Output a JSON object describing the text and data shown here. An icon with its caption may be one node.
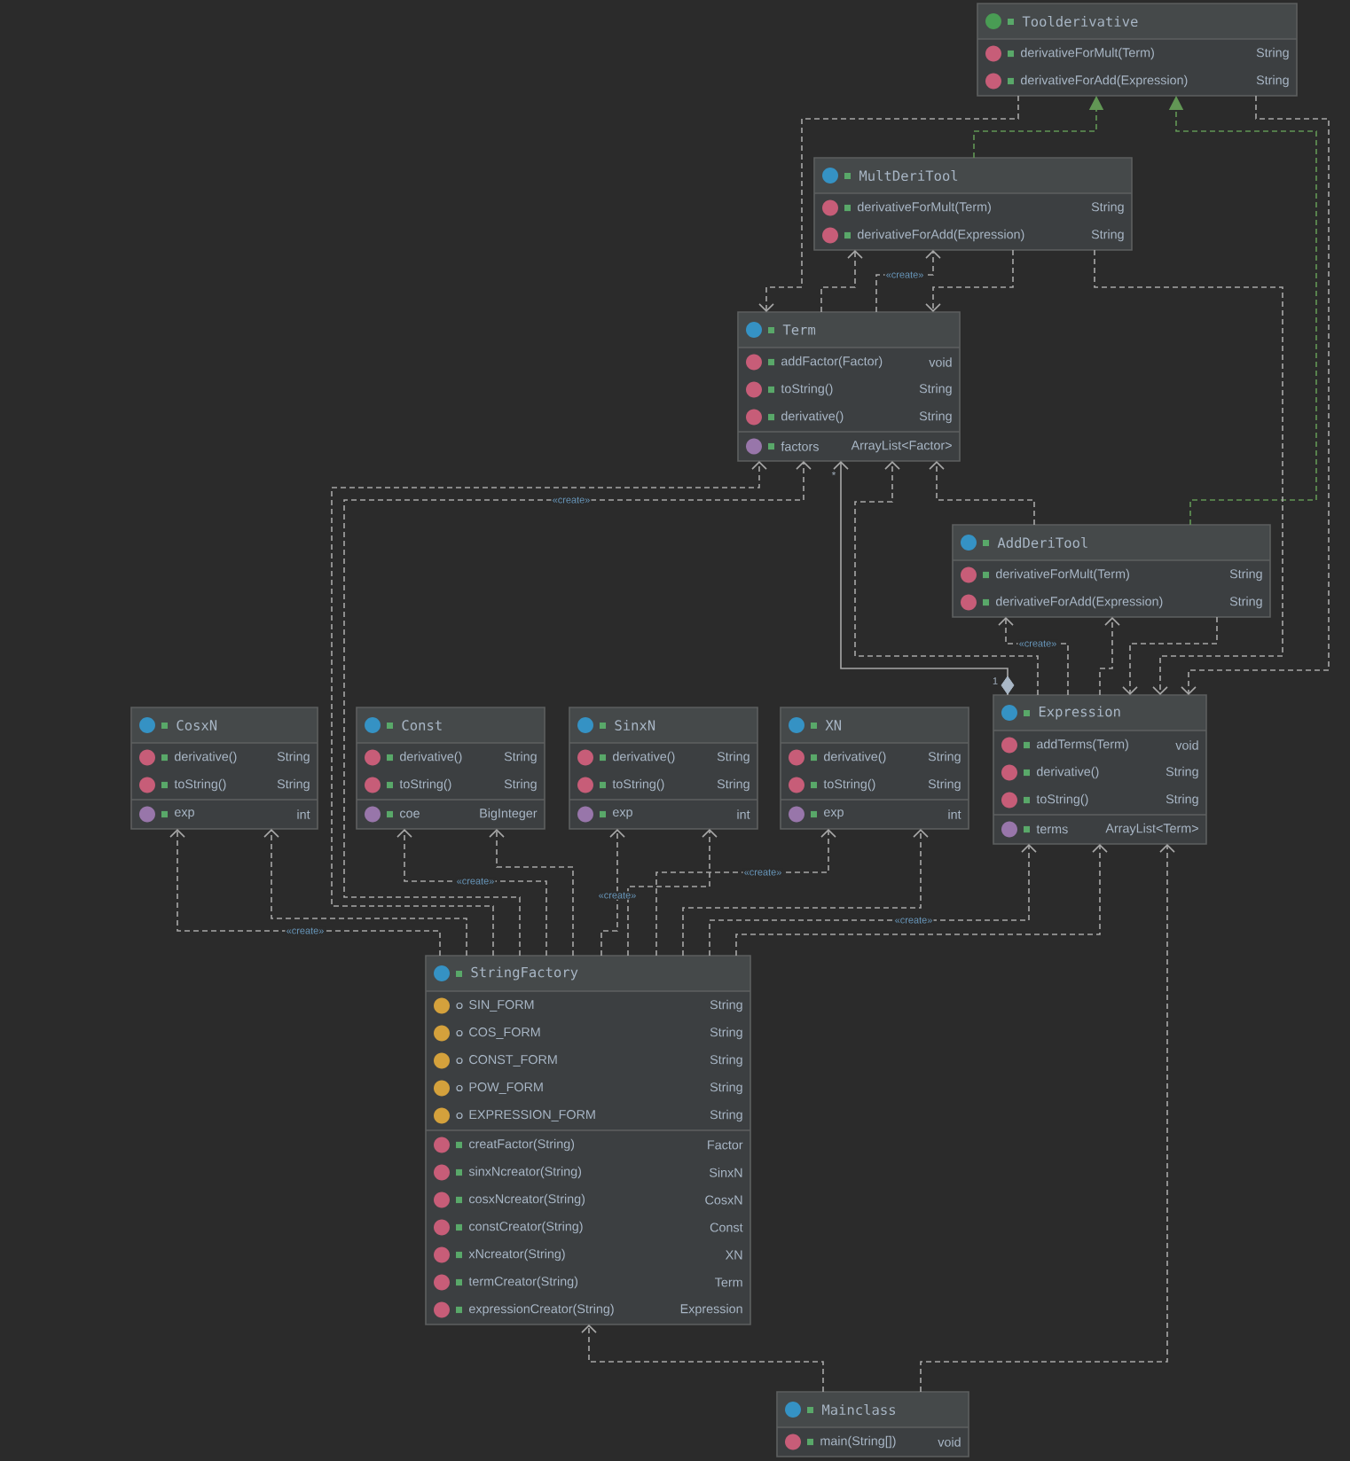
{
  "diagram": {
    "nodes": [
      {
        "text": [
          "Toolderivative",
          "derivativeForMult(Term)",
          "String",
          "derivativeForAdd(Expression)",
          "String"
        ]
      },
      {
        "text": [
          "MultDeriTool",
          "derivativeForMult(Term)",
          "String",
          "derivativeForAdd(Expression)",
          "String"
        ]
      },
      {
        "text": [
          "Term",
          "addFactor(Factor)",
          "void",
          "toString()",
          "String",
          "derivative()",
          "String",
          "factors",
          "ArrayList<Factor>"
        ]
      },
      {
        "text": [
          "AddDeriTool",
          "derivativeForMult(Term)",
          "String",
          "derivativeForAdd(Expression)",
          "String"
        ]
      },
      {
        "text": [
          "CosxN",
          "derivative()",
          "String",
          "toString()",
          "String",
          "exp",
          "int"
        ]
      },
      {
        "text": [
          "Const",
          "derivative()",
          "String",
          "toString()",
          "String",
          "coe",
          "BigInteger"
        ]
      },
      {
        "text": [
          "SinxN",
          "derivative()",
          "String",
          "toString()",
          "String",
          "exp",
          "int"
        ]
      },
      {
        "text": [
          "XN",
          "derivative()",
          "String",
          "toString()",
          "String",
          "exp",
          "int"
        ]
      },
      {
        "text": [
          "Expression",
          "addTerms(Term)",
          "void",
          "derivative()",
          "String",
          "toString()",
          "String",
          "terms",
          "ArrayList<Term>"
        ]
      },
      {
        "text": [
          "StringFactory",
          "SIN_FORM",
          "String",
          "COS_FORM",
          "String",
          "CONST_FORM",
          "String",
          "POW_FORM",
          "String",
          "EXPRESSION_FORM",
          "String",
          "creatFactor(String)",
          "Factor",
          "sinxNcreator(String)",
          "SinxN",
          "cosxNcreator(String)",
          "CosxN",
          "constCreator(String)",
          "Const",
          "xNcreator(String)",
          "XN",
          "termCreator(String)",
          "Term",
          "expressionCreator(String)",
          "Expression"
        ]
      },
      {
        "text": [
          "Mainclass",
          "main(String[])",
          "void"
        ]
      }
    ],
    "edges": [
      {
        "from": 1,
        "to": 0,
        "arrow": "to",
        "style": "dashed",
        "color": "#629755"
      },
      {
        "from": 3,
        "to": 0,
        "arrow": "to",
        "style": "dashed",
        "color": "#629755"
      },
      {
        "from": 0,
        "to": 2,
        "arrow": "to",
        "style": "dashed"
      },
      {
        "from": 0,
        "to": 8,
        "arrow": "to",
        "style": "dashed"
      },
      {
        "from": 2,
        "to": 1,
        "arrow": "to",
        "style": "dashed"
      },
      {
        "from": 2,
        "to": 1,
        "arrow": "to",
        "style": "dashed",
        "label": "«create»"
      },
      {
        "from": 1,
        "to": 2,
        "arrow": "to",
        "style": "dashed"
      },
      {
        "from": 1,
        "to": 8,
        "arrow": "to",
        "style": "dashed"
      },
      {
        "from": 9,
        "to": 2,
        "arrow": "to",
        "style": "dashed"
      },
      {
        "from": 9,
        "to": 2,
        "arrow": "to",
        "style": "dashed",
        "label": "«create»"
      },
      {
        "from": 8,
        "to": 2,
        "arrow": "to",
        "label": "1"
      },
      {
        "from": 8,
        "to": 2,
        "arrow": "to",
        "style": "dashed"
      },
      {
        "from": 3,
        "to": 2,
        "arrow": "to",
        "style": "dashed"
      },
      {
        "from": 8,
        "to": 3,
        "arrow": "to",
        "style": "dashed",
        "label": "«create»"
      },
      {
        "from": 8,
        "to": 3,
        "arrow": "to",
        "style": "dashed"
      },
      {
        "from": 3,
        "to": 8,
        "arrow": "to",
        "style": "dashed"
      },
      {
        "from": 9,
        "to": 4,
        "arrow": "to",
        "style": "dashed",
        "label": "«create»"
      },
      {
        "from": 9,
        "to": 4,
        "arrow": "to",
        "style": "dashed"
      },
      {
        "from": 9,
        "to": 5,
        "arrow": "to",
        "style": "dashed",
        "label": "«create»"
      },
      {
        "from": 9,
        "to": 5,
        "arrow": "to",
        "style": "dashed"
      },
      {
        "from": 9,
        "to": 6,
        "arrow": "to",
        "style": "dashed",
        "label": "«create»"
      },
      {
        "from": 9,
        "to": 6,
        "arrow": "to",
        "style": "dashed"
      },
      {
        "from": 9,
        "to": 7,
        "arrow": "to",
        "style": "dashed",
        "label": "«create»"
      },
      {
        "from": 9,
        "to": 7,
        "arrow": "to",
        "style": "dashed"
      },
      {
        "from": 9,
        "to": 8,
        "arrow": "to",
        "style": "dashed",
        "label": "«create»"
      },
      {
        "from": 9,
        "to": 8,
        "arrow": "to",
        "style": "dashed"
      },
      {
        "from": 10,
        "to": 9,
        "arrow": "to",
        "style": "dashed"
      },
      {
        "from": 10,
        "to": 8,
        "arrow": "to",
        "style": "dashed"
      }
    ],
    "labels": [
      "*"
    ]
  }
}
